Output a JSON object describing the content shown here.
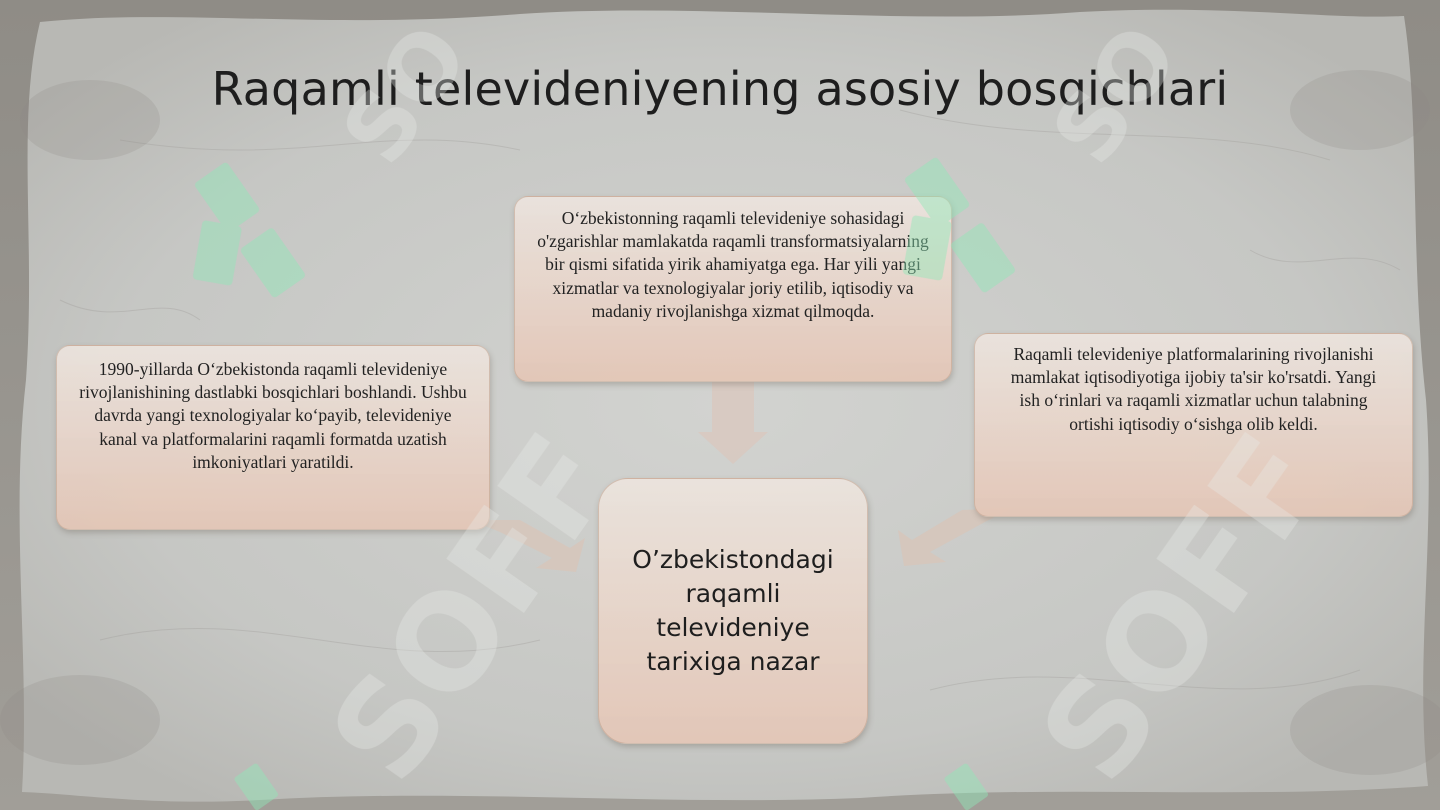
{
  "slide": {
    "title": "Raqamli televideniyening asosiy bosqichlari"
  },
  "diagram": {
    "center": {
      "text": "O’zbekistondagi raqamli televideniye tarixiga nazar"
    },
    "top": {
      "text": "O‘zbekistonning raqamli televideniye sohasidagi o'zgarishlar mamlakatda raqamli transformatsiyalarning bir qismi sifatida yirik ahamiyatga ega. Har yili yangi xizmatlar va texnologiyalar joriy etilib, iqtisodiy va madaniy rivojlanishga xizmat qilmoqda."
    },
    "left": {
      "text": "1990-yillarda O‘zbekistonda raqamli televideniye rivojlanishining dastlabki bosqichlari boshlandi. Ushbu davrda yangi texnologiyalar ko‘payib, televideniye kanal va platformalarini raqamli formatda uzatish imkoniyatlari yaratildi."
    },
    "right": {
      "text": "Raqamli televideniye platformalarining rivojlanishi mamlakat iqtisodiyotiga ijobiy ta'sir ko'rsatdi. Yangi ish o‘rinlari va raqamli xizmatlar uchun talabning ortishi iqtisodiy o‘sishga olib keldi."
    }
  },
  "watermark": {
    "text": "SOFF",
    "color": "#8fe8b8"
  },
  "colors": {
    "background": "#a8a6a2",
    "box_fill_top": "#ece4de",
    "box_fill_bottom": "#e4c6b6"
  }
}
